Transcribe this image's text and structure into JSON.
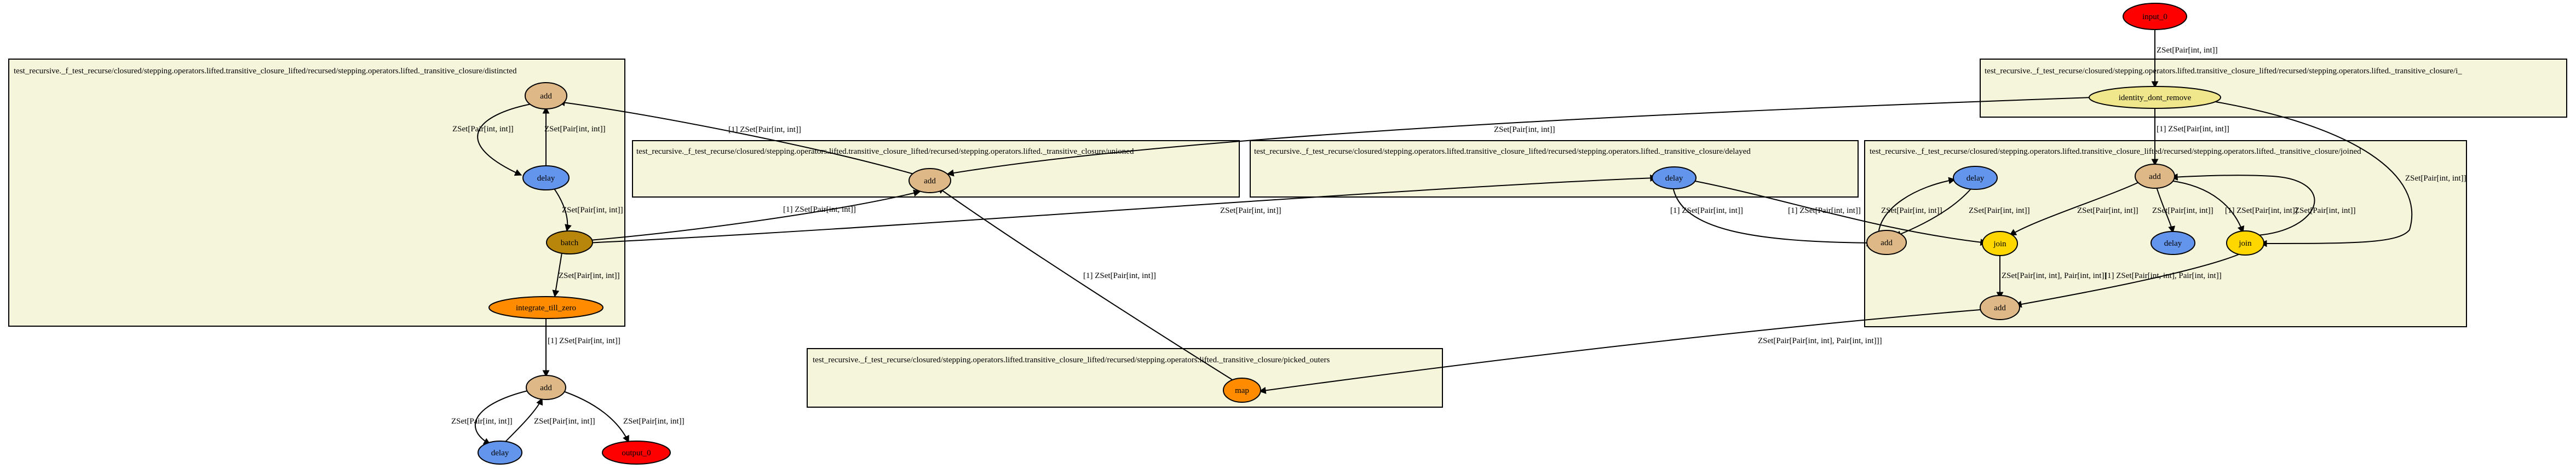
{
  "colors": {
    "cluster_fill": "#f5f5dc",
    "add": "#deb887",
    "delay": "#6495ed",
    "join": "#ffd700",
    "batch": "#b8860b",
    "integrate": "#ff8c00",
    "map": "#ff8c00",
    "input": "#ff0000",
    "output": "#ff0000",
    "identity": "#f0e68c"
  },
  "clusters": {
    "distincted": "test_recursive._f_test_recurse/closured/stepping.operators.lifted.transitive_closure_lifted/recursed/stepping.operators.lifted._transitive_closure/distincted",
    "identity": "test_recursive._f_test_recurse/closured/stepping.operators.lifted.transitive_closure_lifted/recursed/stepping.operators.lifted._transitive_closure/i_",
    "unioned": "test_recursive._f_test_recurse/closured/stepping.operators.lifted.transitive_closure_lifted/recursed/stepping.operators.lifted._transitive_closure/unioned",
    "delayed": "test_recursive._f_test_recurse/closured/stepping.operators.lifted.transitive_closure_lifted/recursed/stepping.operators.lifted._transitive_closure/delayed",
    "joined": "test_recursive._f_test_recurse/closured/stepping.operators.lifted.transitive_closure_lifted/recursed/stepping.operators.lifted._transitive_closure/joined",
    "picked_outers": "test_recursive._f_test_recurse/closured/stepping.operators.lifted.transitive_closure_lifted/recursed/stepping.operators.lifted._transitive_closure/picked_outers"
  },
  "nodes": {
    "input": "input_0",
    "identity": "identity_dont_remove",
    "dist_add": "add",
    "dist_delay": "delay",
    "batch": "batch",
    "integrate": "integrate_till_zero",
    "union_add": "add",
    "delayed_delay": "delay",
    "j_delay1": "delay",
    "j_add_top": "add",
    "j_add_left": "add",
    "j_join1": "join",
    "j_delay2": "delay",
    "j_join2": "join",
    "j_add_bottom": "add",
    "map": "map",
    "out_add": "add",
    "out_delay": "delay",
    "output": "output_0"
  },
  "edge_labels": {
    "e_in_identity": "ZSet[Pair[int, int]]",
    "e_identity_union": "ZSet[Pair[int, int]]",
    "e_identity_jadd": "[1] ZSet[Pair[int, int]]",
    "e_identity_join2": "ZSet[Pair[int, int]]",
    "e_union_distadd": "[1] ZSet[Pair[int, int]]",
    "e_distadd_delay": "ZSet[Pair[int, int]]",
    "e_delay_distadd": "ZSet[Pair[int, int]]",
    "e_delay_batch": "ZSet[Pair[int, int]]",
    "e_batch_union": "[1] ZSet[Pair[int, int]]",
    "e_batch_delayed": "ZSet[Pair[int, int]]",
    "e_batch_integrate": "ZSet[Pair[int, int]]",
    "e_integrate_outadd": "[1] ZSet[Pair[int, int]]",
    "e_delayed_jaddleft": "[1] ZSet[Pair[int, int]]",
    "e_delayed_join1": "[1] ZSet[Pair[int, int]]",
    "e_jadd_join1": "ZSet[Pair[int, int]]",
    "e_jaddleft_jdelay1": "ZSet[Pair[int, int]]",
    "e_jdelay1_jaddleft": "ZSet[Pair[int, int]]",
    "e_jadd_jdelay2": "ZSet[Pair[int, int]]",
    "e_jadd_join2": "[1] ZSet[Pair[int, int]]",
    "e_join2_jadd": "ZSet[Pair[int, int]]",
    "e_join1_jaddbottom": "ZSet[Pair[int, int], Pair[int, int]]",
    "e_join2_jaddbottom": "[1] ZSet[Pair[int, int], Pair[int, int]]",
    "e_jaddbottom_map": "ZSet[Pair[Pair[int, int], Pair[int, int]]]",
    "e_map_union": "[1] ZSet[Pair[int, int]]",
    "e_outadd_delay": "ZSet[Pair[int, int]]",
    "e_delay_outadd": "ZSet[Pair[int, int]]",
    "e_outadd_output": "ZSet[Pair[int, int]]"
  }
}
